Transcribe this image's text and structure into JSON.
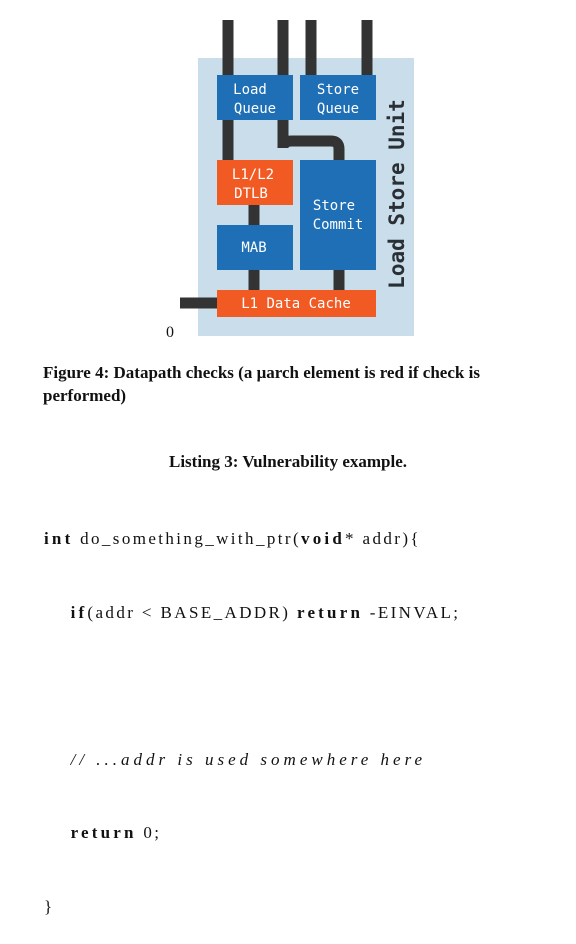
{
  "figure": {
    "units": {
      "load_queue": [
        "Load",
        "Queue"
      ],
      "store_queue": [
        "Store",
        "Queue"
      ],
      "dtlb": [
        "L1/L2",
        "DTLB"
      ],
      "mab": "MAB",
      "store_commit": [
        "Store",
        "Commit"
      ],
      "l1_data_cache": "L1 Data Cache",
      "lsu_label": "Load Store Unit"
    },
    "side_label": "0",
    "colors": {
      "unit_bg": "#c9ddeb",
      "blue_block": "#1f6fb7",
      "red_block": "#f25a24",
      "wire": "#333333"
    },
    "caption": "Figure 4: Datapath checks (a μarch element is red if check is performed)"
  },
  "listing": {
    "title": "Listing 3: Vulnerability example.",
    "lines": {
      "l1_kw": "int",
      "l1_rest": " do_something_with_ptr(",
      "l1_kw2": "void",
      "l1_end": "* addr){",
      "l2_kw": "if",
      "l2_mid": "(addr < BASE_ADDR) ",
      "l2_kw2": "return",
      "l2_end": " -EINVAL;",
      "l4_comment": "// ...addr is used somewhere here",
      "l5_kw": "return",
      "l5_end": " 0;",
      "l6": "}"
    }
  }
}
